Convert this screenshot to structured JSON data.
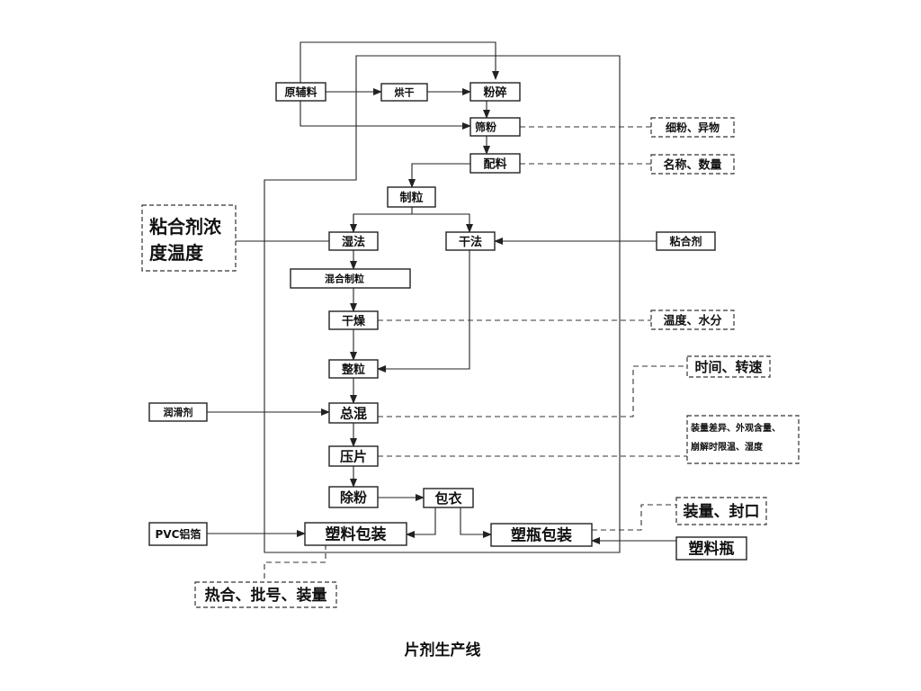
{
  "diagram": {
    "title": "片剂生产线",
    "nodes": {
      "raw_material": "原辅料",
      "drying_oven": "烘干",
      "crushing": "粉碎",
      "sieving": "筛粉",
      "batching": "配料",
      "granulation": "制粒",
      "wet_method": "湿法",
      "dry_method": "干法",
      "mixing_granulation": "混合制粒",
      "drying": "干燥",
      "sizing": "整粒",
      "total_mixing": "总混",
      "tableting": "压片",
      "dedusting": "除粉",
      "coating": "包衣",
      "blister_packaging": "塑料包装",
      "bottle_packaging": "塑瓶包装"
    },
    "inputs": {
      "lubricant": "润滑剂",
      "binder": "粘合剂",
      "pvc_foil": "PVC铝箔",
      "plastic_bottle": "塑料瓶"
    },
    "checkpoints": {
      "sieving_check": "细粉、异物",
      "batching_check": "名称、数量",
      "binder_check_line1": "粘合剂浓",
      "binder_check_line2": "度温度",
      "drying_check": "温度、水分",
      "mixing_check": "时间、转速",
      "tableting_check_line1": "装量差异、外观含量、",
      "tableting_check_line2": "崩解时限温、湿度",
      "bottle_check": "装量、封口",
      "blister_check": "热合、批号、装量"
    }
  }
}
